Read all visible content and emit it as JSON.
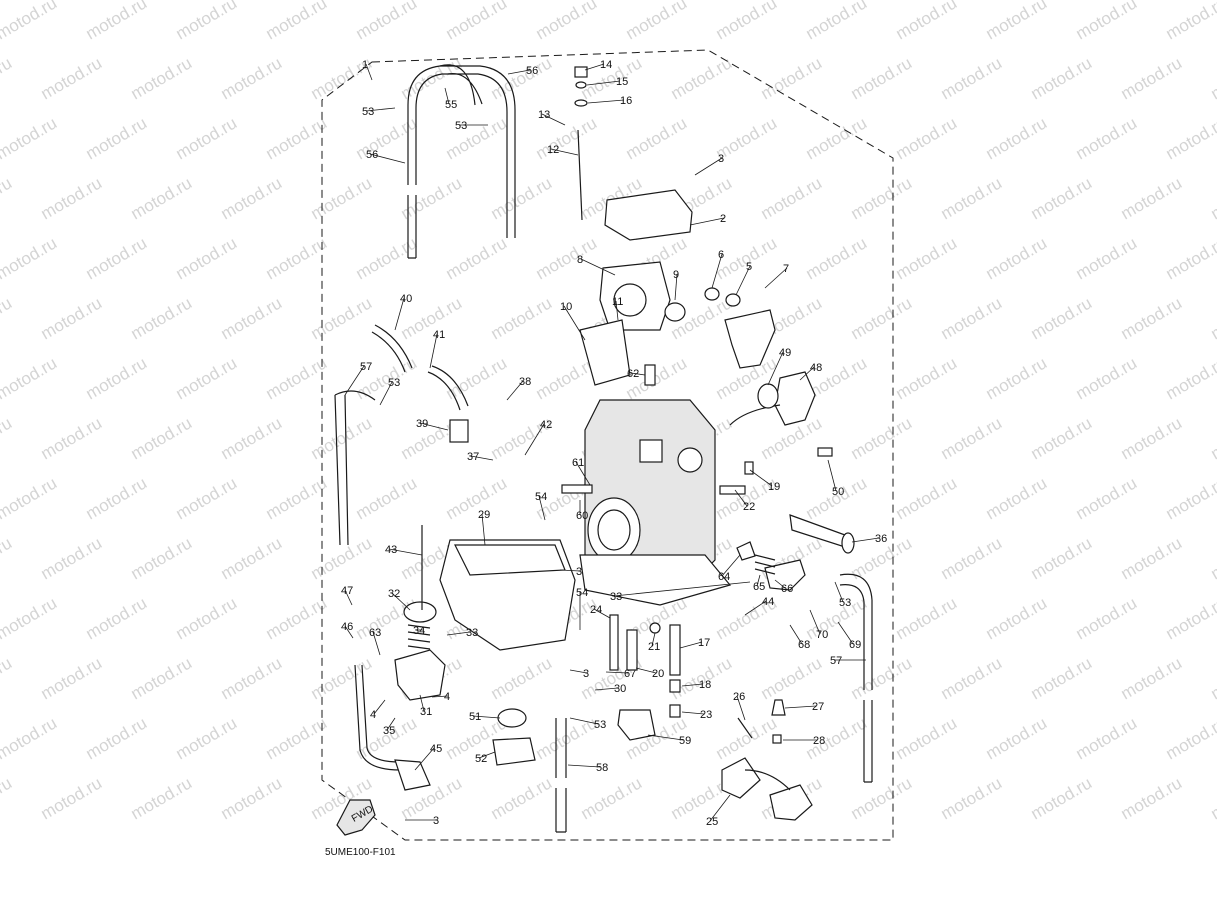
{
  "watermark": "motod.ru",
  "diagram_code": "5UME100-F101",
  "fwd_label": "FWD",
  "callouts": [
    "1",
    "2",
    "3",
    "4",
    "5",
    "6",
    "7",
    "8",
    "9",
    "10",
    "11",
    "12",
    "13",
    "14",
    "15",
    "16",
    "17",
    "18",
    "19",
    "20",
    "21",
    "22",
    "23",
    "24",
    "25",
    "26",
    "27",
    "28",
    "29",
    "30",
    "31",
    "32",
    "33",
    "34",
    "35",
    "36",
    "37",
    "38",
    "39",
    "40",
    "41",
    "42",
    "43",
    "44",
    "45",
    "46",
    "47",
    "48",
    "49",
    "50",
    "51",
    "52",
    "53",
    "54",
    "55",
    "56",
    "57",
    "58",
    "59",
    "60",
    "61",
    "62",
    "63",
    "64",
    "65",
    "66",
    "67",
    "68",
    "69",
    "70"
  ]
}
